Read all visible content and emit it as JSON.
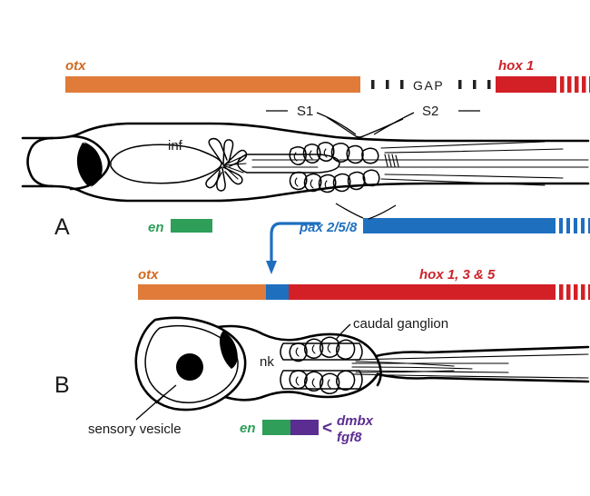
{
  "figure": {
    "title": "Comparative gene expression domains in chordate larval central nervous systems",
    "panels": [
      {
        "letter": "A",
        "anatomy_labels": [
          "inf",
          "S1",
          "S2"
        ],
        "gene_tracks": [
          {
            "name": "top-expression-track",
            "segments": [
              {
                "label": "otx",
                "color": "#e07b39",
                "role": "anterior"
              },
              {
                "label": "GAP",
                "color": "#1a1a1a",
                "role": "gap"
              },
              {
                "label": "hox 1",
                "color": "#d32027",
                "role": "posterior"
              }
            ]
          },
          {
            "name": "en-track",
            "segments": [
              {
                "label": "en",
                "color": "#2e9e58",
                "role": "midbrain-hindbrain"
              }
            ]
          },
          {
            "name": "pax-track",
            "segments": [
              {
                "label": "pax 2/5/8",
                "color": "#1f6fbf",
                "role": "posterior-domain"
              }
            ]
          }
        ]
      },
      {
        "letter": "B",
        "anatomy_labels": [
          "nk",
          "caudal ganglion",
          "sensory vesicle"
        ],
        "gene_tracks": [
          {
            "name": "bottom-expression-track",
            "segments": [
              {
                "label": "otx",
                "color": "#e07b39",
                "role": "anterior"
              },
              {
                "label": "",
                "color": "#1f6fbf",
                "role": "pax-boundary"
              },
              {
                "label": "hox 1, 3 & 5",
                "color": "#d32027",
                "role": "posterior"
              }
            ]
          },
          {
            "name": "en-dmbx-fgf8-track",
            "segments": [
              {
                "label": "en",
                "color": "#2e9e58",
                "role": "engrailed"
              },
              {
                "label": "dmbx / fgf8",
                "color": "#5b2d91",
                "role": "dmbx-fgf8"
              }
            ]
          }
        ]
      }
    ],
    "labels": {
      "panel_a": "A",
      "panel_b": "B",
      "otx_top": "otx",
      "otx_bottom": "otx",
      "gap": "GAP",
      "hox1": "hox 1",
      "hox135": "hox 1, 3 & 5",
      "en_a": "en",
      "en_b": "en",
      "pax": "pax 2/5/8",
      "dmbx": "dmbx",
      "fgf8": "fgf8",
      "angle_bracket": "<",
      "inf": "inf",
      "s1": "S1",
      "s2": "S2",
      "nk": "nk",
      "caudal_ganglion": "caudal ganglion",
      "sensory_vesicle": "sensory vesicle"
    },
    "colors": {
      "otx_orange": "#e07b39",
      "hox_red": "#d32027",
      "pax_blue": "#1f6fbf",
      "en_green": "#2e9e58",
      "dmbx_purple": "#5b2d91",
      "otx_text": "#d2691e",
      "hox_text": "#cc2229",
      "outline_black": "#000000",
      "background": "#ffffff"
    }
  }
}
